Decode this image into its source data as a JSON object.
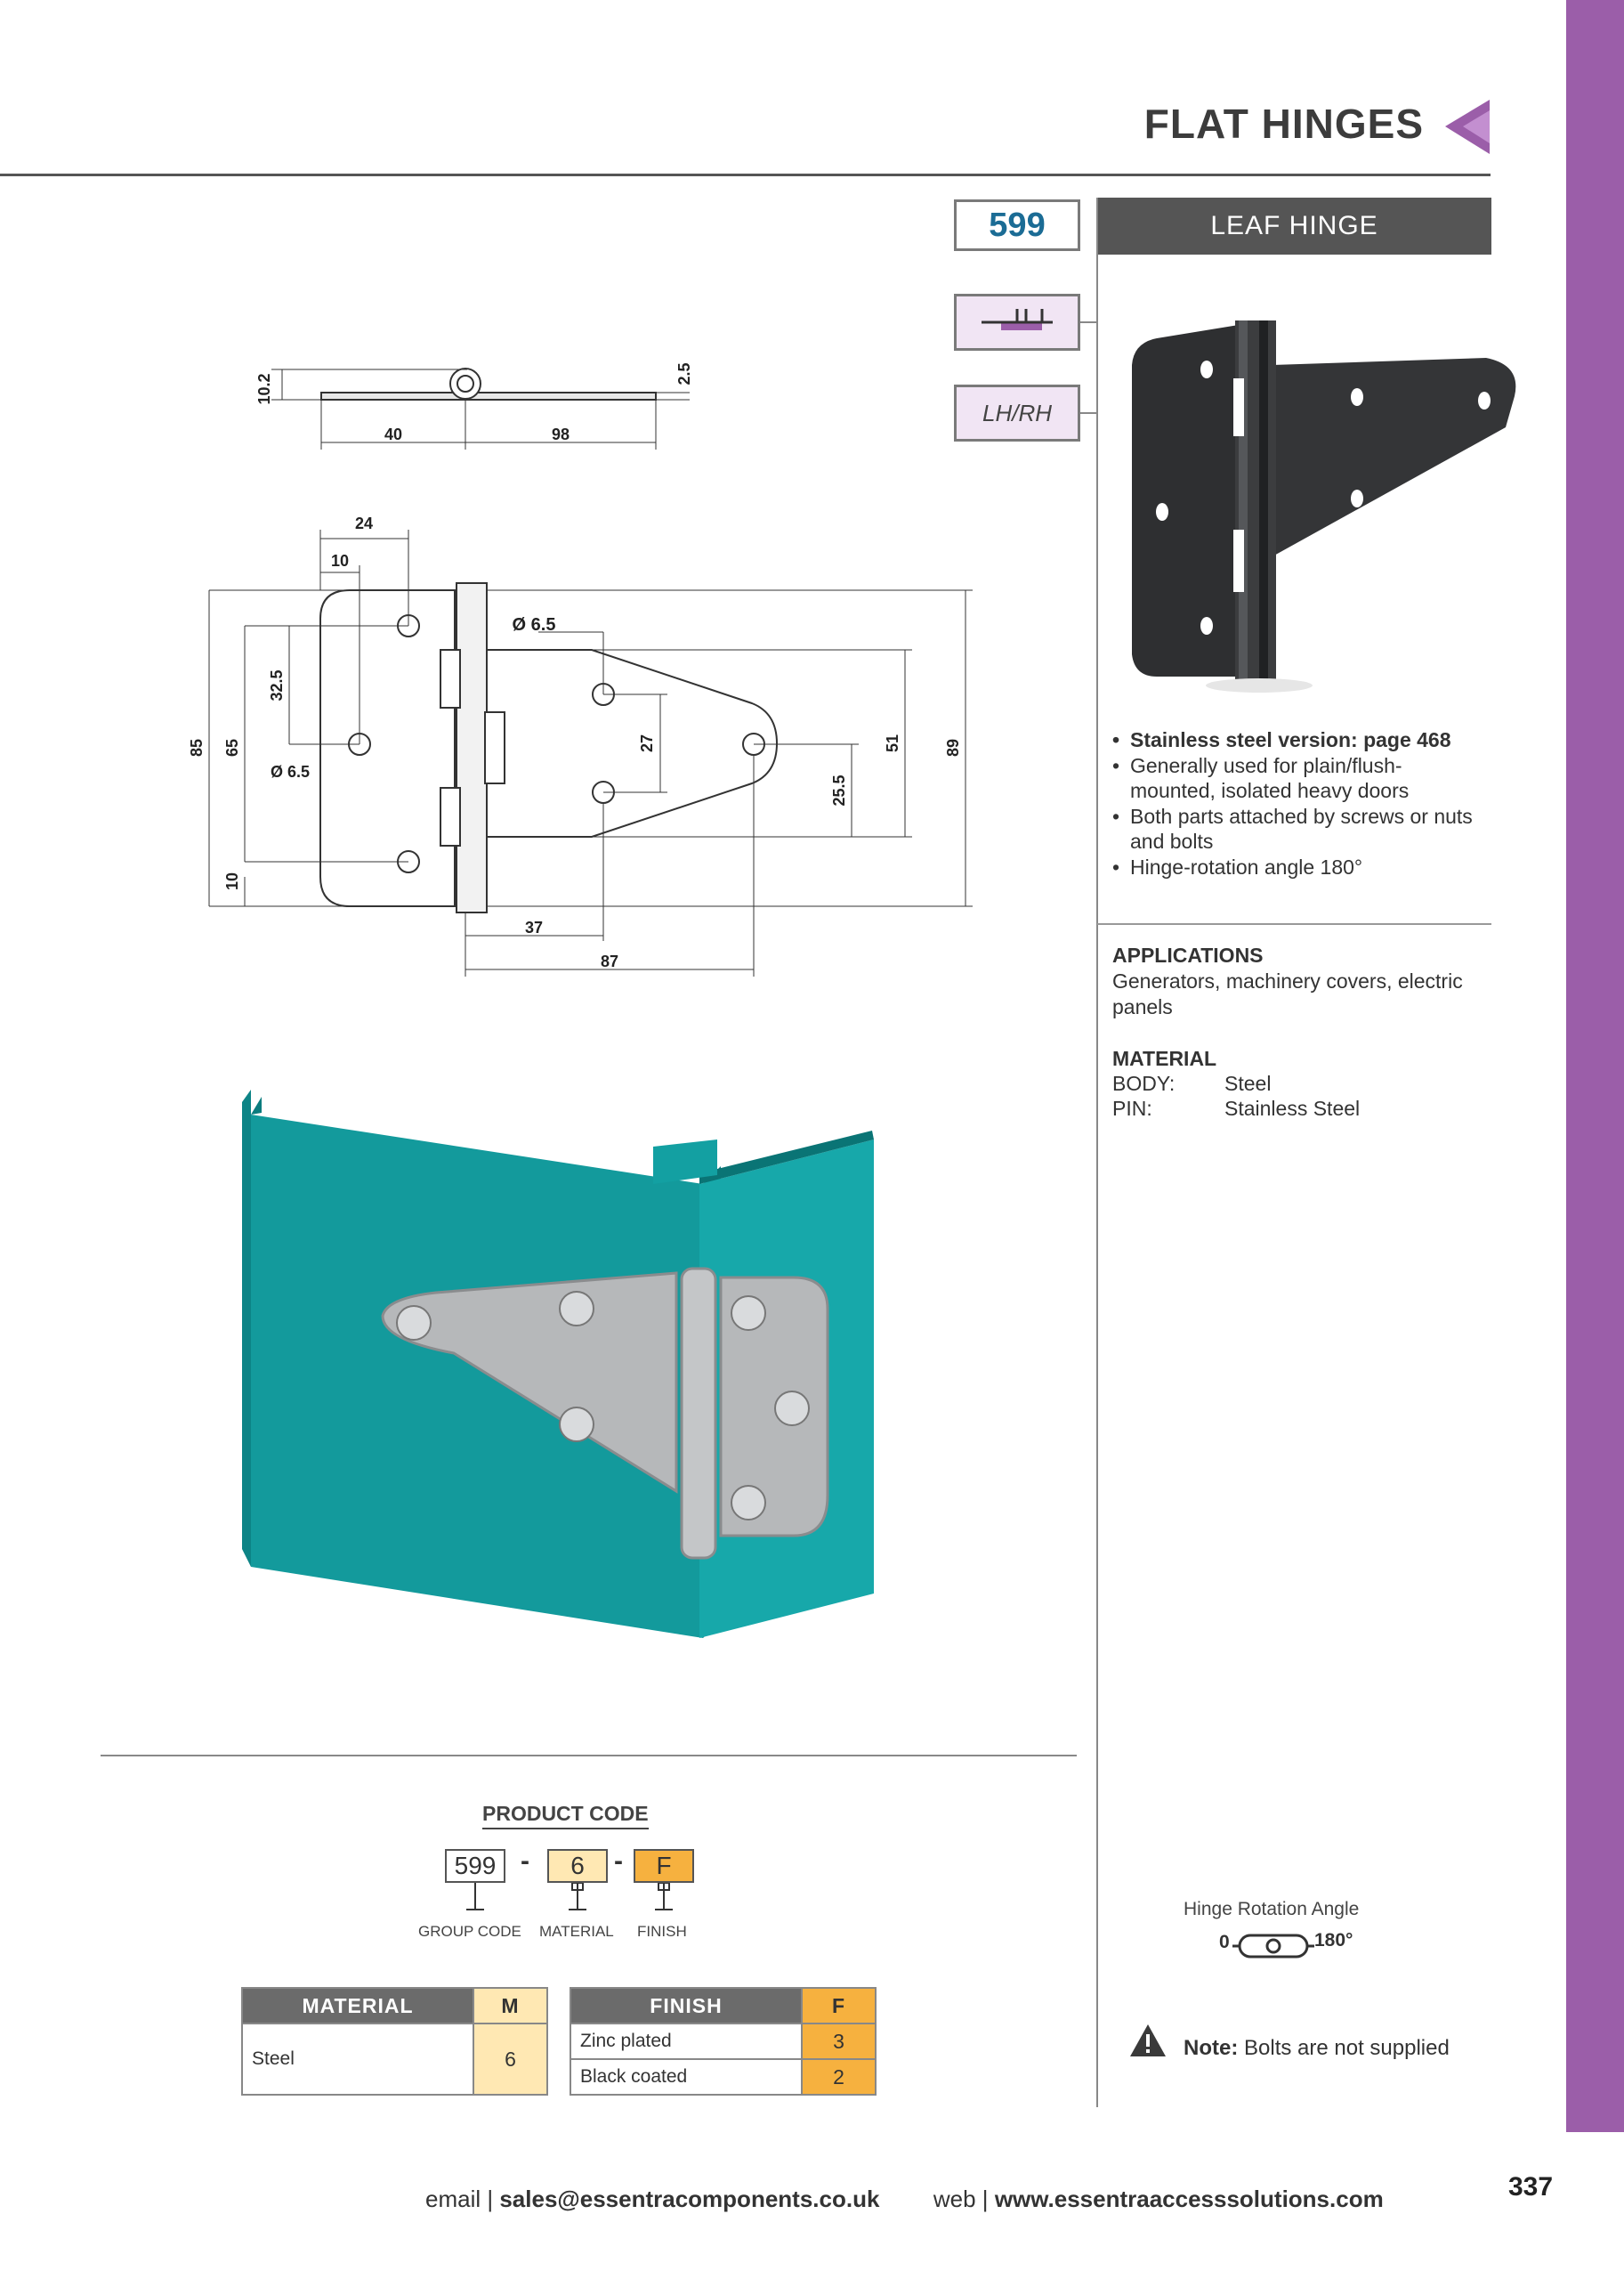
{
  "header": {
    "title": "FLAT HINGES"
  },
  "product": {
    "code": "599",
    "type": "LEAF HINGE",
    "handing": "LH/RH"
  },
  "drawing": {
    "side": {
      "d1": "10.2",
      "d2": "2.5",
      "d3": "40",
      "d4": "98"
    },
    "plan": {
      "w24": "24",
      "w10": "10",
      "hole_large": "Ø 6.5",
      "hole_small": "Ø 6.5",
      "h85": "85",
      "h65": "65",
      "h32": "32.5",
      "h10": "10",
      "h27": "27",
      "h25": "25.5",
      "h51": "51",
      "h89": "89",
      "w37": "37",
      "w87": "87"
    }
  },
  "features": [
    "Stainless steel version: page 468",
    "Generally used for plain/flush-mounted, isolated heavy doors",
    "Both parts attached by screws or nuts and bolts",
    "Hinge-rotation angle 180°"
  ],
  "applications": {
    "heading": "APPLICATIONS",
    "text": "Generators, machinery covers, electric panels"
  },
  "material": {
    "heading": "MATERIAL",
    "rows": [
      {
        "label": "BODY:",
        "value": "Steel"
      },
      {
        "label": "PIN:",
        "value": "Stainless Steel"
      }
    ]
  },
  "product_code": {
    "title": "PRODUCT CODE",
    "group": "599",
    "material": "6",
    "finish": "F",
    "labels": {
      "group": "GROUP CODE",
      "material": "MATERIAL",
      "finish": "FINISH"
    },
    "dash": "-"
  },
  "material_table": {
    "header": "MATERIAL",
    "code_header": "M",
    "rows": [
      {
        "name": "Steel",
        "code": "6"
      }
    ]
  },
  "finish_table": {
    "header": "FINISH",
    "code_header": "F",
    "rows": [
      {
        "name": "Zinc plated",
        "code": "3"
      },
      {
        "name": "Black coated",
        "code": "2"
      }
    ]
  },
  "rotation": {
    "label": "Hinge Rotation Angle",
    "start": "0",
    "end": "180°"
  },
  "note": {
    "label": "Note:",
    "text": "Bolts are not supplied"
  },
  "footer": {
    "email_label": "email |",
    "email": "sales@essentracomponents.co.uk",
    "web_label": "web |",
    "web": "www.essentraaccesssolutions.com"
  },
  "page_number": "337",
  "colors": {
    "accent": "#9b5ea9",
    "code_blue": "#1b6c95",
    "teal": "#139a9c",
    "code_yellow": "#f6b13f",
    "code_cream": "#ffe8b3"
  }
}
